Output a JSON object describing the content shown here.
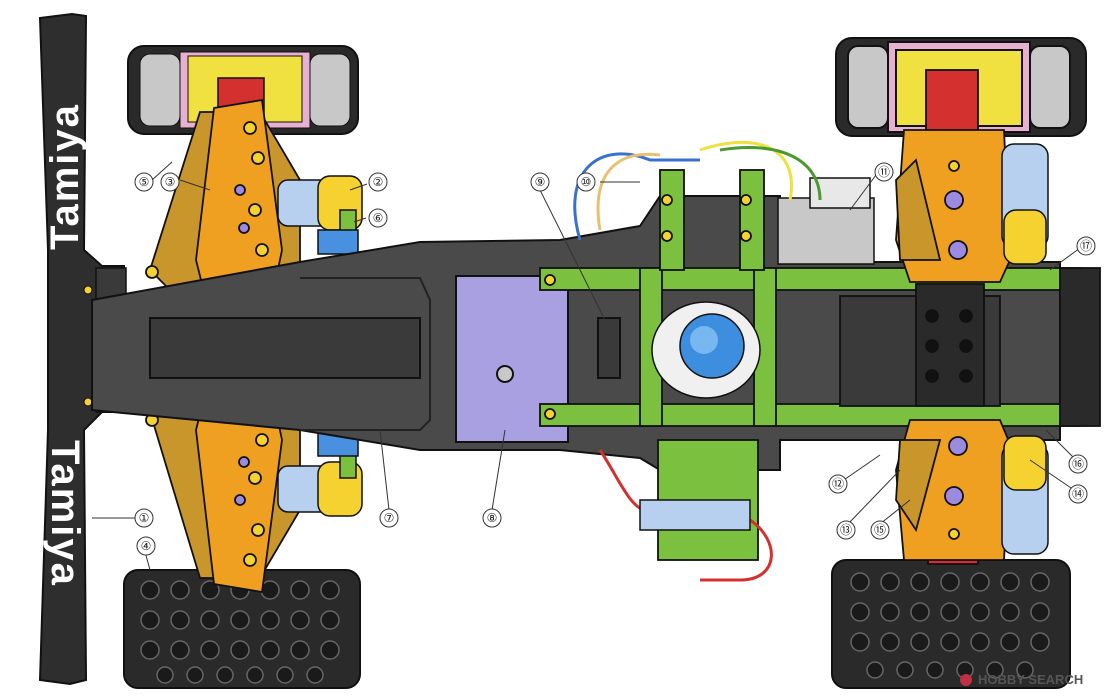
{
  "wing": {
    "brand_top": "Tamiya",
    "brand_bottom": "Tamiya"
  },
  "callouts": [
    {
      "id": "1",
      "label": "①"
    },
    {
      "id": "2",
      "label": "②"
    },
    {
      "id": "3",
      "label": "③"
    },
    {
      "id": "4",
      "label": "④"
    },
    {
      "id": "5",
      "label": "⑤"
    },
    {
      "id": "6",
      "label": "⑥"
    },
    {
      "id": "7",
      "label": "⑦"
    },
    {
      "id": "8",
      "label": "⑧"
    },
    {
      "id": "9",
      "label": "⑨"
    },
    {
      "id": "10",
      "label": "⑩"
    },
    {
      "id": "11",
      "label": "⑪"
    },
    {
      "id": "12",
      "label": "⑫"
    },
    {
      "id": "13",
      "label": "⑬"
    },
    {
      "id": "14",
      "label": "⑭"
    },
    {
      "id": "15",
      "label": "⑮"
    },
    {
      "id": "16",
      "label": "⑯"
    },
    {
      "id": "17",
      "label": "⑰"
    }
  ],
  "watermark": {
    "text": "HOBBY SEARCH"
  },
  "colors": {
    "chassis": "#4a4a4a",
    "chassis_dark": "#2c2c2c",
    "arm_gold": "#e0a43a",
    "arm_orange": "#f0a020",
    "frame_green": "#7cc040",
    "battery_lilac": "#a8a0e0",
    "spring_blue": "#b8d0f0",
    "hub_red": "#d43030",
    "hub_yellow": "#f5e04a",
    "tire": "#2a2a2a"
  }
}
